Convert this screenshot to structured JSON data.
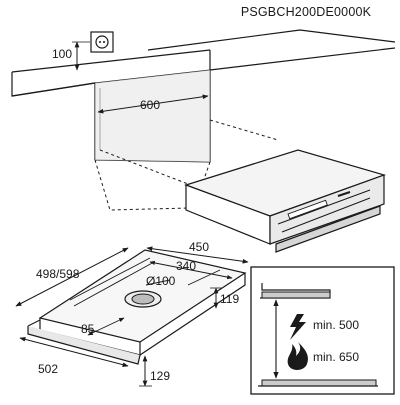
{
  "diagram": {
    "code": "PSGBCH200DE0000K",
    "install": {
      "socket_height": "100",
      "niche_width": "600"
    },
    "dimensions": {
      "depth": "450",
      "width": "498/598",
      "inner_width": "340",
      "duct_diameter": "Ø100",
      "height_body": "119",
      "duct_offset": "85",
      "front_width": "502",
      "height_front": "129"
    },
    "clearance": {
      "electric": "min. 500",
      "gas": "min. 650"
    },
    "icons": [
      "socket-icon",
      "electric-hob-icon",
      "gas-hob-icon"
    ]
  }
}
